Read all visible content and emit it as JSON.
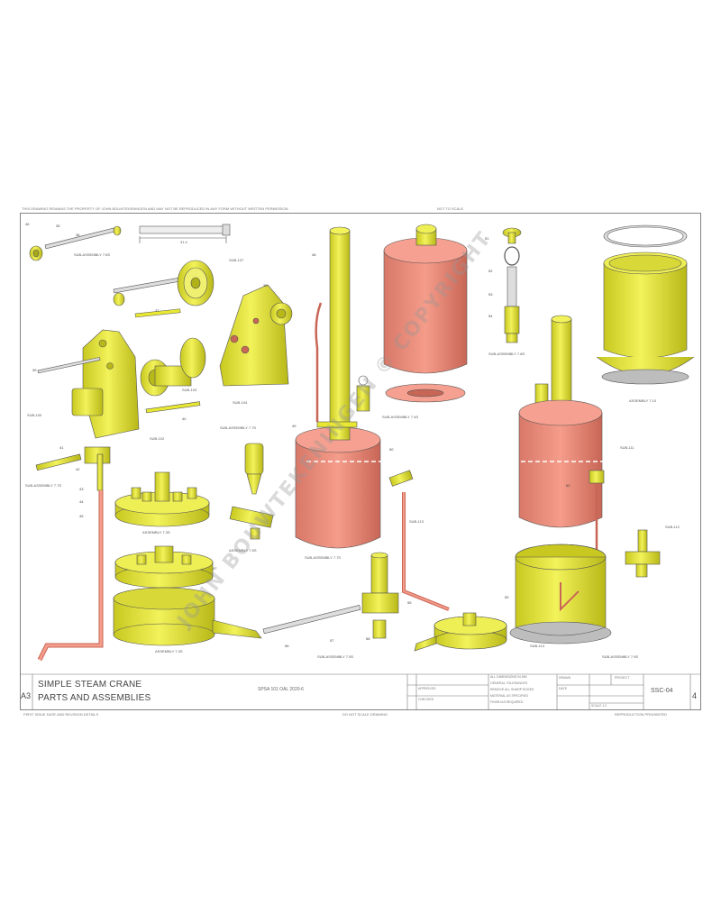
{
  "header_note": "THIS DRAWING REMAINS THE PROPERTY OF JOHN BOUWTEKENINGEN AND MAY NOT BE REPRODUCED IN ANY FORM WITHOUT WRITTEN PERMISSION",
  "header_scale": "NOT TO SCALE",
  "footer_left": "FIRST ISSUE DATE AND REVISION DETAILS",
  "footer_center": "DO NOT SCALE DRAWING",
  "footer_right": "REPRODUCTION PROHIBITED",
  "title_block": {
    "sheet_size": "A3",
    "title_line1": "SIMPLE STEAM CRANE",
    "title_line2": "PARTS AND ASSEMBLIES",
    "reference": "SPSA 101 OAL 2020-6",
    "drawing_number": "SSC-04",
    "sheet_no": "4",
    "info_lines": [
      "ALL DIMENSIONS IN MM",
      "GENERAL TOLERANCES",
      "REMOVE ALL SHARP EDGES",
      "MATERIAL AS SPECIFIED",
      "FINISH AS REQUIRED"
    ],
    "approved": "APPROVED",
    "checked": "CHECKED",
    "drawn": "DRAWN",
    "date": "DATE",
    "project": "PROJECT",
    "scale": "SCALE 1:2"
  },
  "watermark": "JOHN BOUWTEKENINGEN © COPYRIGHT",
  "labels": {
    "top_left_assembly": "SUB-ASSEMBLY 7.6S",
    "flywheel_part": "SUB-107",
    "dim_rod": "31.4",
    "sub_103": "SUB-103",
    "sub_104": "SUB-104",
    "sub_assy_7": "SUB-ASSEMBLY 7.7S",
    "sub_100": "SUB-100",
    "sub_102": "SUB-102",
    "fitting_assy": "SUB-ASSEMBLY 7.7S",
    "burner_top": "ASSEMBLY 7.3S",
    "gauge_assy": "ASSEMBLY 7.5S",
    "firebox_assy": "ASSEMBLY 7.3S",
    "boiler_assy": "SUB-ASSEMBLY 7.7S",
    "lid_assy": "SUB-ASSEMBLY 7.4S",
    "safety_valve_assy": "SUB-ASSEMBLY 7.8S",
    "pipe_sub": "SUB-113",
    "tube_assy": "SUB-ASSEMBLY 7.5S",
    "shroud_assy": "ASSEMBLY 7.10",
    "boiler2": "SUB-111",
    "valve_sub": "SUB-112",
    "chimney_base": "SUB-114",
    "base_assy": "SUB-ASSEMBLY 7.9S"
  },
  "item_numbers": [
    "46",
    "35",
    "36",
    "37",
    "38",
    "39",
    "40",
    "41",
    "42",
    "43",
    "44",
    "45",
    "47",
    "48",
    "49",
    "50",
    "51",
    "52",
    "53",
    "54",
    "55",
    "56",
    "57",
    "58",
    "59",
    "60"
  ],
  "colors": {
    "yellow": "#e8e832",
    "yellow_dark": "#b8b820",
    "copper": "#f08a78",
    "copper_dark": "#c86858",
    "grey": "#bdbdbd",
    "line": "#555555"
  }
}
